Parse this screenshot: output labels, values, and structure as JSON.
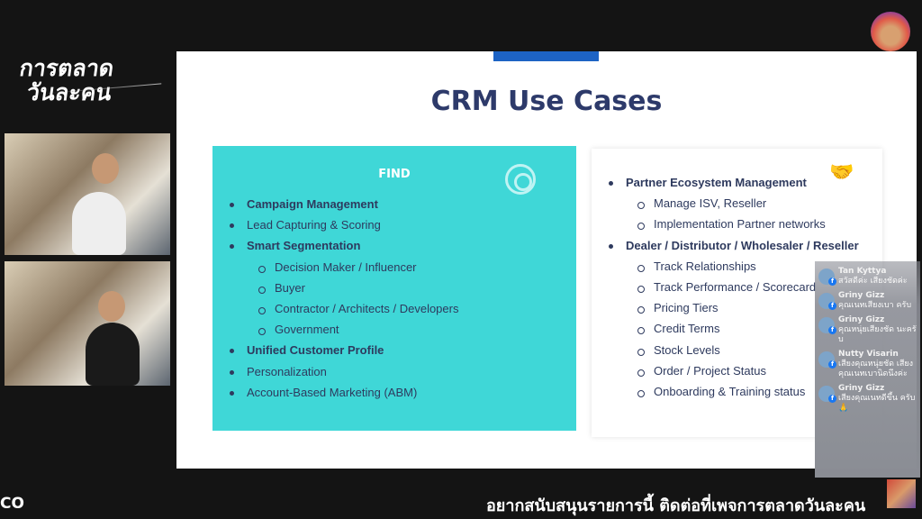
{
  "show_logo": {
    "line1": "การตลาด",
    "line2": "วันละคน"
  },
  "slide": {
    "title": "CRM Use Cases",
    "find": {
      "heading": "FIND",
      "items": [
        {
          "text": "Campaign Management",
          "level": 0,
          "bold": true
        },
        {
          "text": "Lead Capturing & Scoring",
          "level": 0,
          "bold": false
        },
        {
          "text": "Smart Segmentation",
          "level": 0,
          "bold": true
        },
        {
          "text": "Decision Maker / Influencer",
          "level": 1
        },
        {
          "text": "Buyer",
          "level": 1
        },
        {
          "text": "Contractor / Architects / Developers",
          "level": 1
        },
        {
          "text": "Government",
          "level": 1
        },
        {
          "text": "Unified Customer Profile",
          "level": 0,
          "bold": true
        },
        {
          "text": "Personalization",
          "level": 0,
          "bold": false
        },
        {
          "text": "Account-Based Marketing (ABM)",
          "level": 0,
          "bold": false
        }
      ]
    },
    "partner": {
      "items": [
        {
          "text": "Partner Ecosystem Management",
          "level": 0,
          "bold": true
        },
        {
          "text": "Manage ISV, Reseller",
          "level": 1
        },
        {
          "text": "Implementation Partner networks",
          "level": 1
        },
        {
          "text": "Dealer / Distributor / Wholesaler / Reseller",
          "level": 0,
          "bold": true
        },
        {
          "text": "Track Relationships",
          "level": 1
        },
        {
          "text": "Track Performance / Scorecard",
          "level": 1
        },
        {
          "text": "Pricing Tiers",
          "level": 1
        },
        {
          "text": "Credit Terms",
          "level": 1
        },
        {
          "text": "Stock Levels",
          "level": 1
        },
        {
          "text": "Order / Project Status",
          "level": 1
        },
        {
          "text": "Onboarding & Training status",
          "level": 1
        }
      ]
    }
  },
  "chat": [
    {
      "name": "Tan Kyttya",
      "text": "สวัสดีค่ะ เสียงชัดค่ะ"
    },
    {
      "name": "Griny Gizz",
      "text": "คุณเนทเสียงเบา ครับ"
    },
    {
      "name": "Griny Gizz",
      "text": "คุณหนุ่ยเสียงชัด นะครับ"
    },
    {
      "name": "Nutty Visarin",
      "text": "เสียงคุณหนุ่ยชัด เสียงคุณเนทเบานิดนึงค่ะ"
    },
    {
      "name": "Griny Gizz",
      "text": "เสียงคุณเนทดีขึ้น ครับ 🙏"
    }
  ],
  "footer": {
    "left": "CO",
    "ticker": "อยากสนับสนุนรายการนี้ ติดต่อที่เพจการตลาดวันละคน"
  },
  "colors": {
    "teal": "#3fd7d7",
    "navy": "#2d3a6a",
    "tab_blue": "#1d63c4"
  }
}
